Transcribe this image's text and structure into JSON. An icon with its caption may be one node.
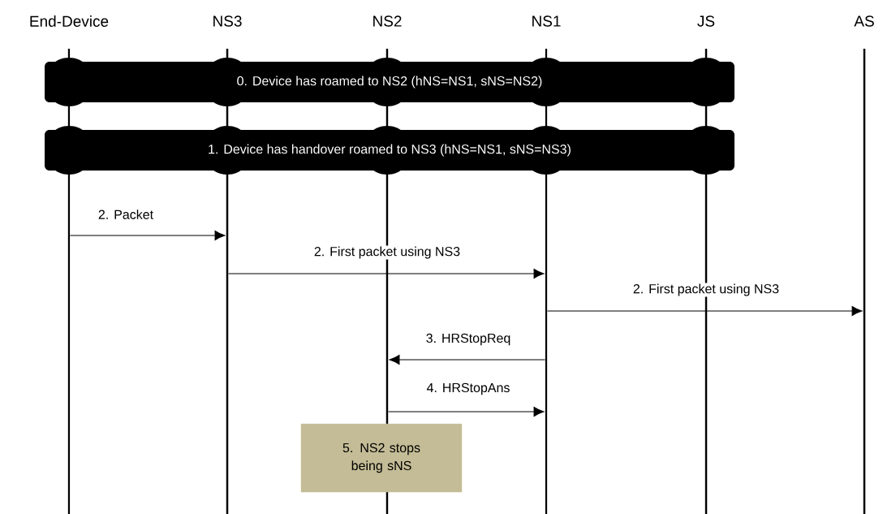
{
  "diagram": {
    "nodes": [
      {
        "text": [],
        "shape": "bar",
        "beside": [
          "End-Device"
        ]
      },
      {
        "text": [],
        "shape": "bar",
        "beside": [
          "NS3"
        ]
      },
      {
        "text": [],
        "shape": "bar",
        "beside": [
          "NS2"
        ]
      },
      {
        "text": [],
        "shape": "bar",
        "beside": [
          "NS1"
        ]
      },
      {
        "text": [],
        "shape": "bar",
        "beside": [
          "JS"
        ]
      },
      {
        "text": [],
        "shape": "bar",
        "beside": [
          "AS"
        ]
      },
      {
        "text": [
          "0. Device has roamed to NS2 (hNS=NS1, sNS=NS2)"
        ]
      },
      {
        "text": [
          "1. Device has handover roamed to NS3 (hNS=NS1, sNS=NS3)"
        ]
      },
      {
        "text": [
          "5. NS2 stops being sNS"
        ]
      }
    ],
    "edges": [
      {
        "from": 0,
        "to": 1,
        "arrow": "to",
        "label": "2. Packet"
      },
      {
        "from": 1,
        "to": 3,
        "arrow": "to",
        "label": "2. First packet using NS3"
      },
      {
        "from": 3,
        "to": 5,
        "arrow": "to",
        "label": "2. First packet using NS3"
      },
      {
        "from": 3,
        "to": 2,
        "arrow": "to",
        "label": "3. HRStopReq"
      },
      {
        "from": 2,
        "to": 3,
        "arrow": "to",
        "label": "4. HRStopAns"
      }
    ]
  }
}
